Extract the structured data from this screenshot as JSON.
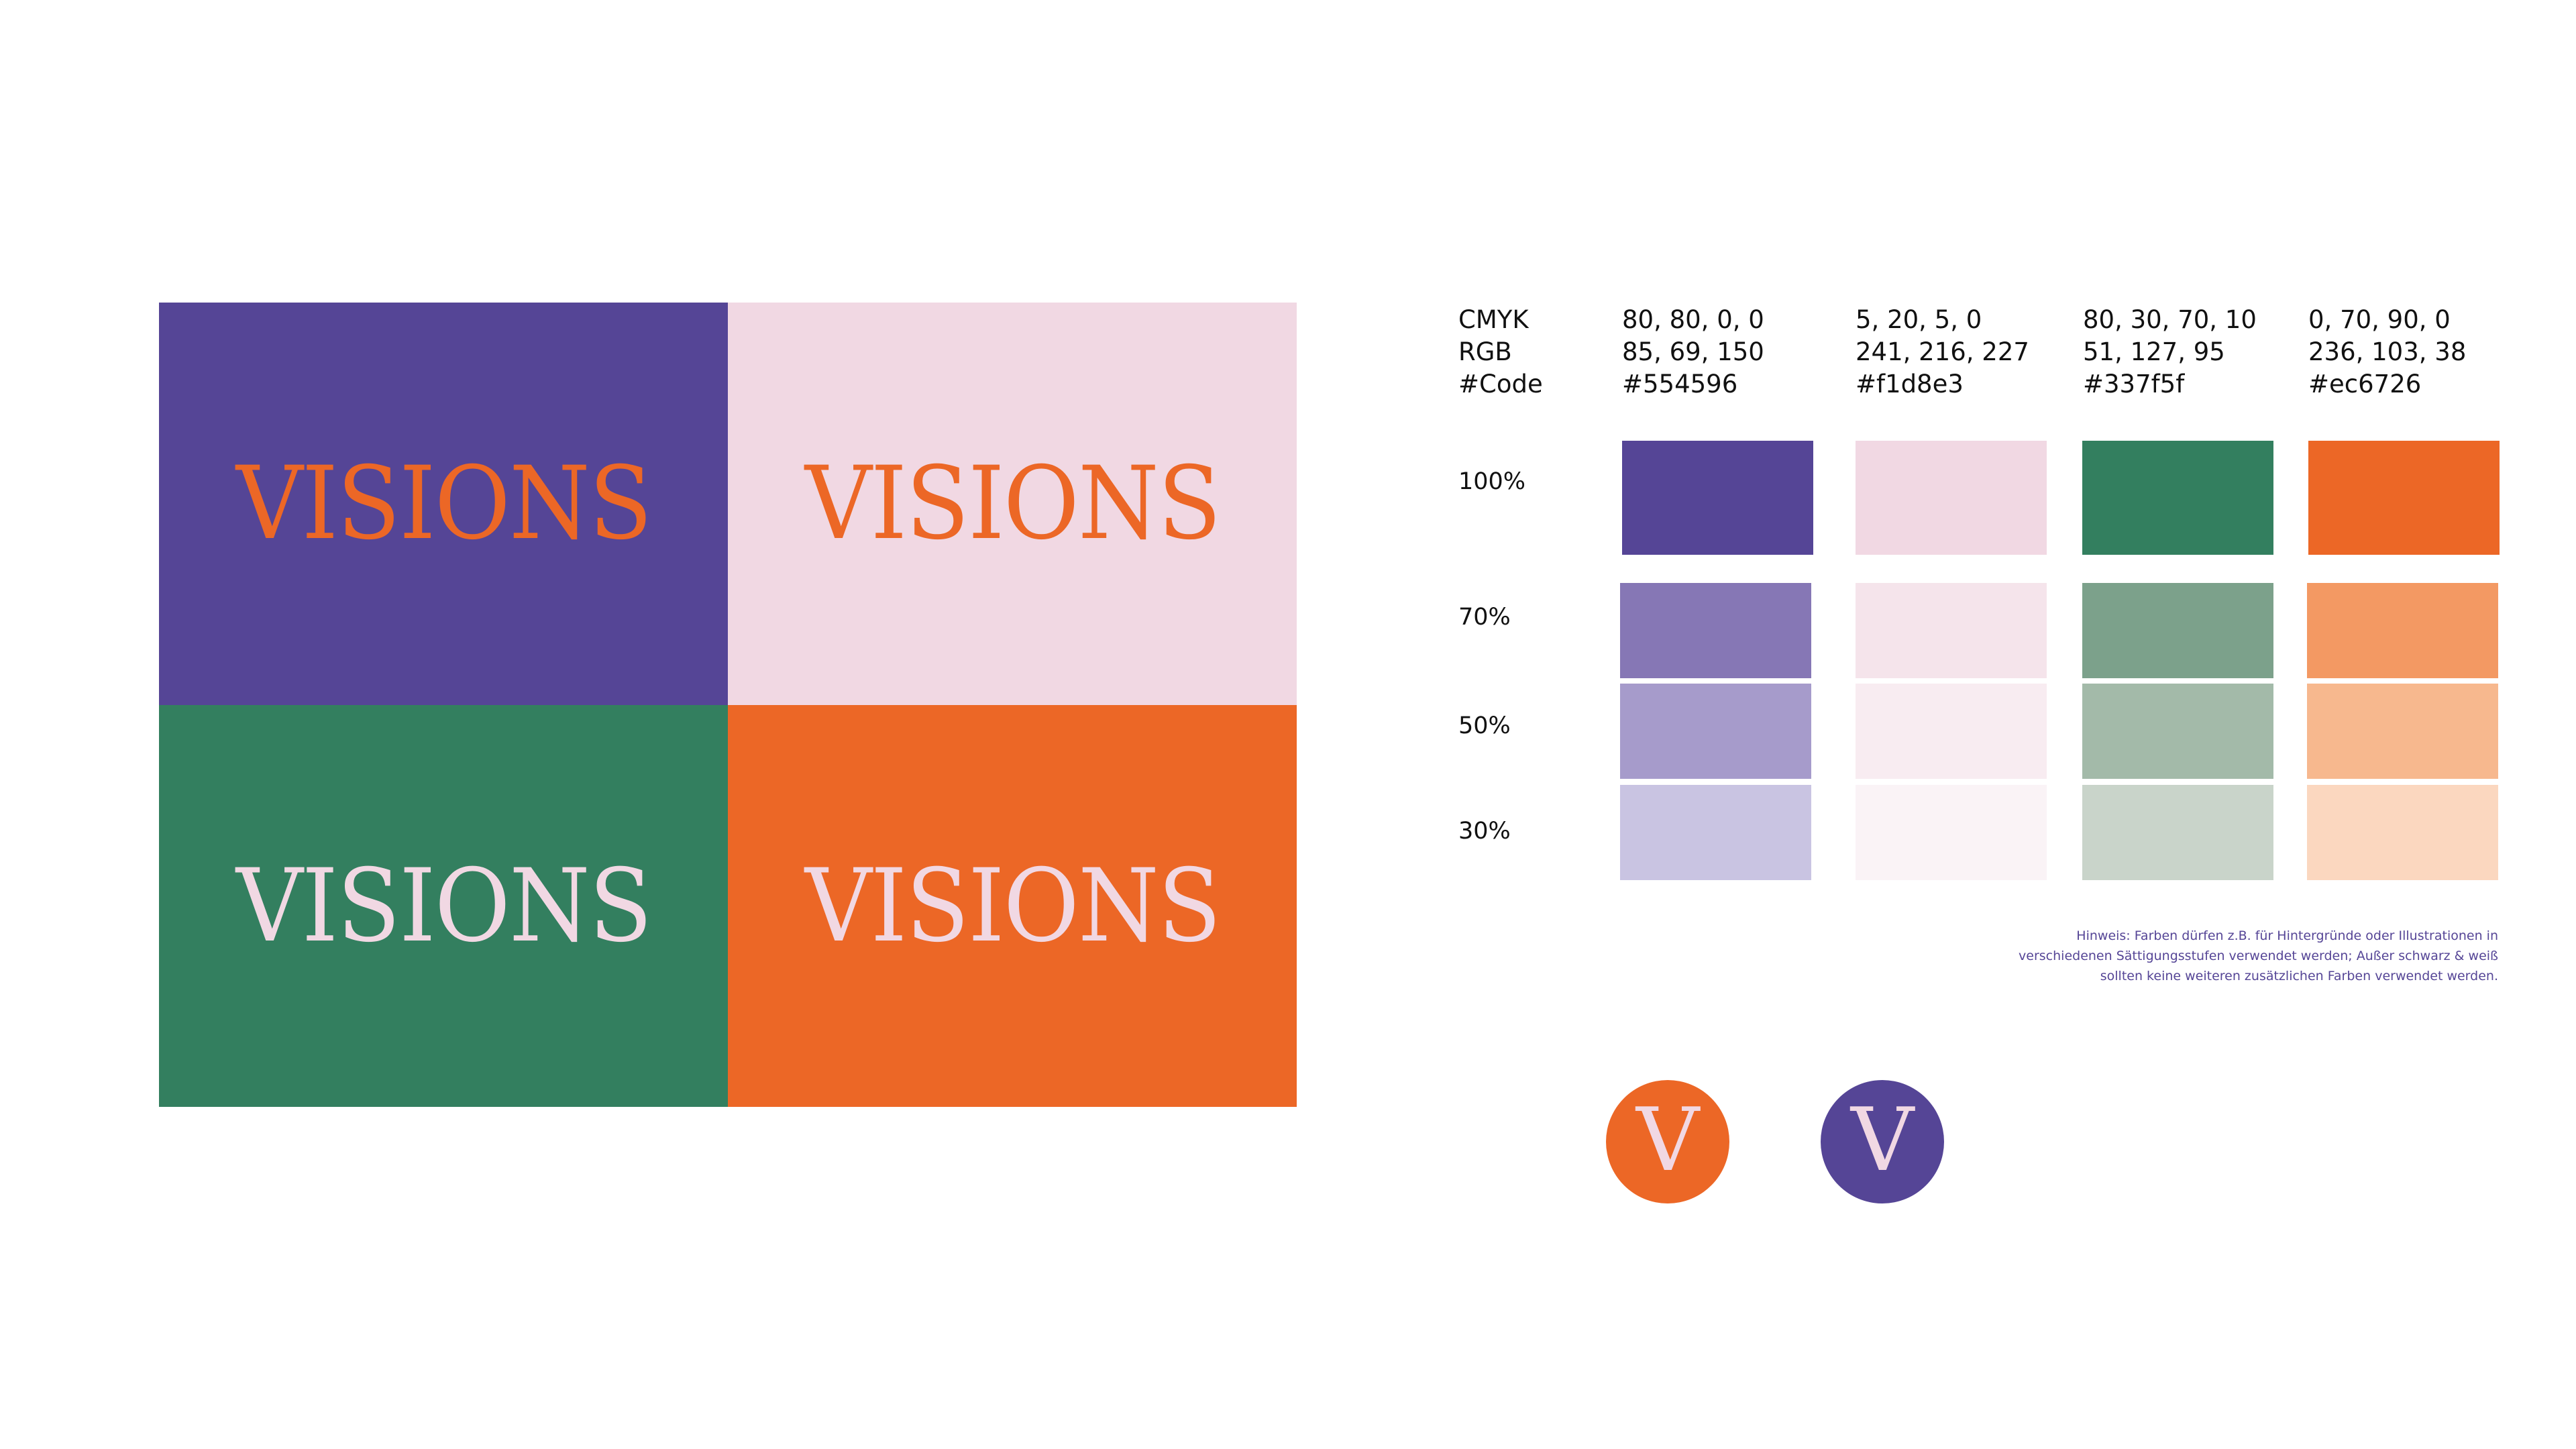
{
  "logo_tiles": [
    {
      "text": "VISIONS",
      "bg": "#554596",
      "fg": "#ec6726"
    },
    {
      "text": "VISIONS",
      "bg": "#f1d8e3",
      "fg": "#ec6726"
    },
    {
      "text": "VISIONS",
      "bg": "#337f5f",
      "fg": "#f1d8e3"
    },
    {
      "text": "VISIONS",
      "bg": "#ec6726",
      "fg": "#f1d8e3"
    }
  ],
  "spec": {
    "labels": {
      "cmyk": "CMYK",
      "rgb": "RGB",
      "code": "#Code"
    },
    "colors": [
      {
        "cmyk": "80, 80, 0, 0",
        "rgb": "85, 69, 150",
        "code": "#554596",
        "hex": "#554596",
        "tints": [
          "#554596",
          "#8677b5",
          "#a69bcb",
          "#c9c4e2"
        ]
      },
      {
        "cmyk": "5, 20, 5, 0",
        "rgb": "241, 216, 227",
        "code": "#f1d8e3",
        "hex": "#f1d8e3",
        "tints": [
          "#f1d8e3",
          "#f5e4eb",
          "#f8ecf1",
          "#faf3f6"
        ]
      },
      {
        "cmyk": "80, 30, 70, 10",
        "rgb": "51, 127, 95",
        "code": "#337f5f",
        "hex": "#337f5f",
        "tints": [
          "#337f5f",
          "#7ca18b",
          "#a3baa9",
          "#c9d4ca"
        ]
      },
      {
        "cmyk": "0, 70, 90, 0",
        "rgb": "236, 103, 38",
        "code": "#ec6726",
        "hex": "#ec6726",
        "tints": [
          "#ec6726",
          "#f39963",
          "#f7b88e",
          "#fbd7bf"
        ]
      }
    ],
    "tint_labels": [
      "100%",
      "70%",
      "50%",
      "30%"
    ]
  },
  "note": {
    "line1": "Hinweis: Farben dürfen z.B. für Hintergründe oder Illustrationen in",
    "line2": "verschiedenen Sättigungsstufen verwendet werden;  Außer schwarz & weiß",
    "line3": "sollten keine weiteren zusätzlichen Farben verwendet werden."
  },
  "badges": [
    {
      "letter": "V",
      "bg": "#ec6726",
      "fg": "#f1d8e3"
    },
    {
      "letter": "V",
      "bg": "#554596",
      "fg": "#f1d8e3"
    }
  ]
}
